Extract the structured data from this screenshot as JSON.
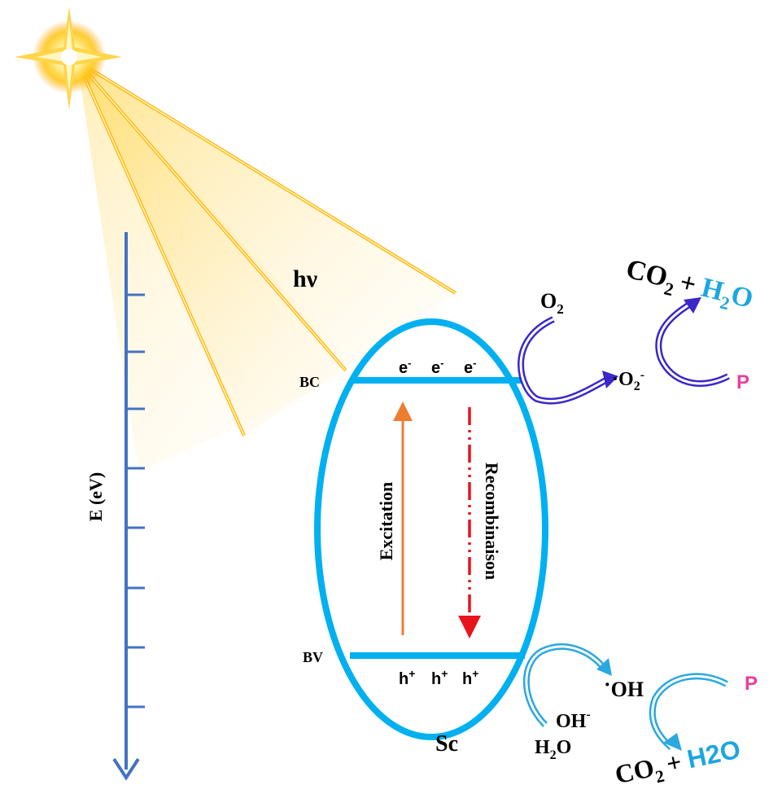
{
  "light": {
    "label": "hν"
  },
  "axis": {
    "label": "E (eV)"
  },
  "bands": {
    "conduction_label": "BC",
    "valence_label": "BV",
    "electron": "e",
    "electron_sup": "-",
    "hole": "h",
    "hole_sup": "+",
    "semiconductor_label": "Sc",
    "excitation_label": "Excitation",
    "recombination_label": "Recombinaison"
  },
  "reduction": {
    "oxygen": "O",
    "oxygen_sub": "2",
    "radical_dot": "·",
    "superoxide": "O",
    "superoxide_sub": "2",
    "superoxide_sup": "-",
    "pollutant": "P",
    "co2": "CO",
    "co2_sub": "2",
    "plus": "+",
    "h2o": "H",
    "h2o_sub": "2",
    "h2o_tail": "O"
  },
  "oxidation": {
    "radical_dot": "·",
    "hydroxyl": "OH",
    "hydroxide": "OH",
    "hydroxide_sup": "-",
    "water": "H",
    "water_sub": "2",
    "water_tail": "O",
    "pollutant": "P",
    "co2": "CO",
    "co2_sub": "2",
    "plus": "+",
    "h2o": "H2O"
  },
  "colors": {
    "axis": "#4472c4",
    "band": "#00b0f0",
    "excitation_arrow": "#ed7d31",
    "recombination_arrow": "#e8141b",
    "reduction_arrows": "#3a28c8",
    "oxidation_arrows": "#2aa8e0",
    "pollutant": "#e83e9c",
    "water_text": "#1ea6e0",
    "sun": "#ffb300"
  }
}
